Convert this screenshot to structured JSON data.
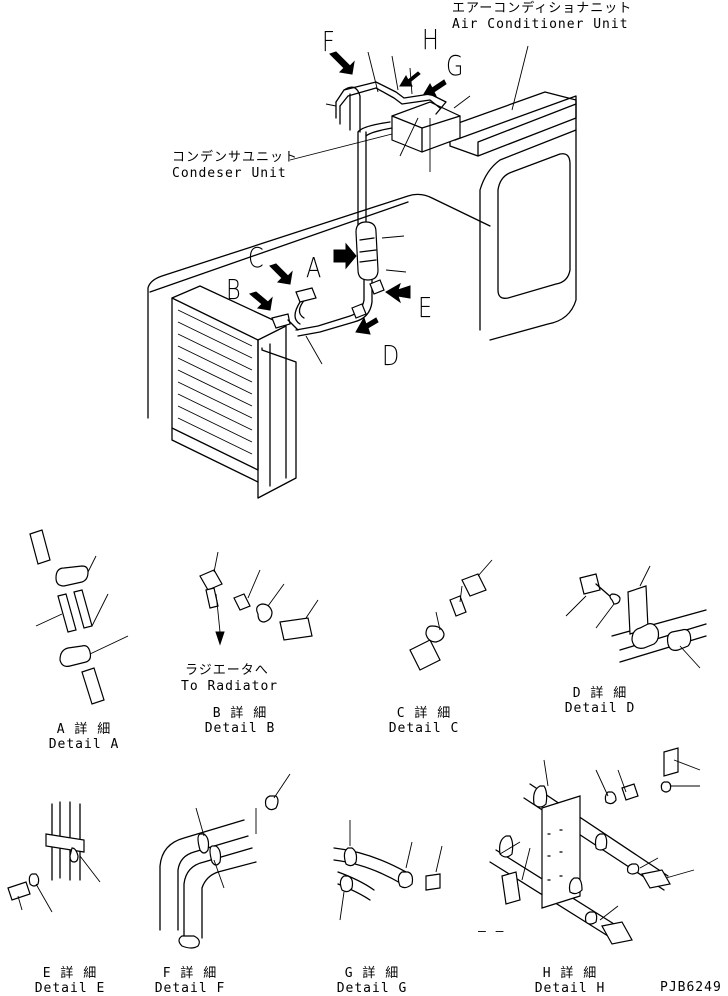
{
  "labels": {
    "aircon_jp": "エアーコンディショナニット",
    "aircon_en": "Air Conditioner Unit",
    "condenser_jp": "コンデンサユニット",
    "condenser_en": "Condeser Unit",
    "radiator_jp": "ラジエータへ",
    "radiator_en": "To Radiator",
    "part_code": "PJB6249",
    "dash": "– –"
  },
  "callouts": [
    "A",
    "B",
    "C",
    "D",
    "E",
    "F",
    "G",
    "H"
  ],
  "details": [
    {
      "id": "A",
      "jp": "A 詳 細",
      "en": "Detail A"
    },
    {
      "id": "B",
      "jp": "B 詳 細",
      "en": "Detail B"
    },
    {
      "id": "C",
      "jp": "C 詳 細",
      "en": "Detail C"
    },
    {
      "id": "D",
      "jp": "D 詳 細",
      "en": "Detail D"
    },
    {
      "id": "E",
      "jp": "E 詳 細",
      "en": "Detail E"
    },
    {
      "id": "F",
      "jp": "F 詳 細",
      "en": "Detail F"
    },
    {
      "id": "G",
      "jp": "G 詳 細",
      "en": "Detail G"
    },
    {
      "id": "H",
      "jp": "H 詳 細",
      "en": "Detail H"
    }
  ]
}
